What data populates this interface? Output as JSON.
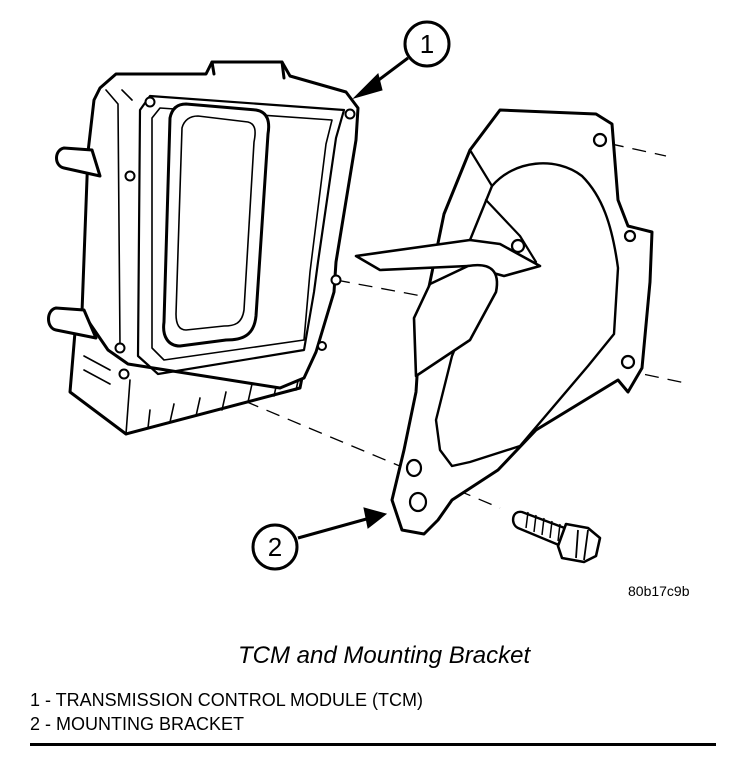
{
  "callouts": [
    {
      "number": "1"
    },
    {
      "number": "2"
    }
  ],
  "figure_code": "80b17c9b",
  "caption": "TCM and Mounting Bracket",
  "legend": [
    "1 - TRANSMISSION CONTROL MODULE (TCM)",
    "2 - MOUNTING BRACKET"
  ],
  "colors": {
    "ink": "#000000",
    "background": "#ffffff"
  }
}
